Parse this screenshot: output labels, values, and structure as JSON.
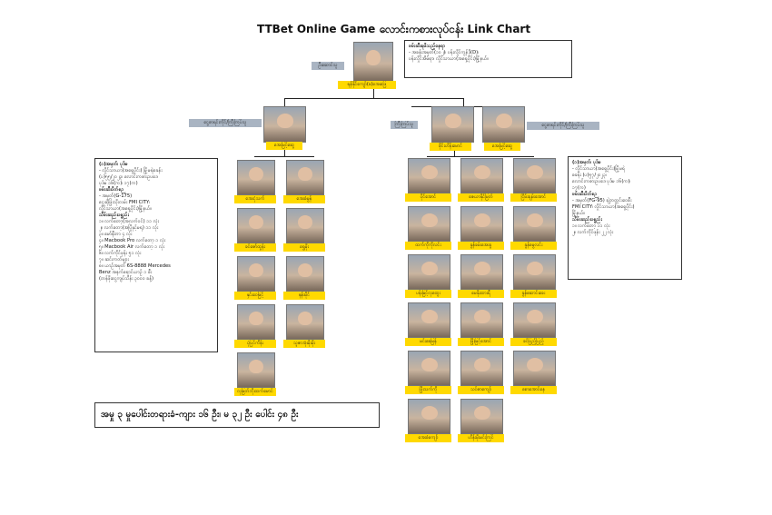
{
  "title": "TTBet Online Game လောင်းကစားလုပ်ငန်း Link Chart",
  "top": {
    "role": "ဦးဆောင်သူ",
    "name": "ရန်နိုင်ကျော်(ခ)အေးဖြေ"
  },
  "top_info": [
    "ဖမ်းဆီးရမိသည့်နေရာ",
    "- အခန်းအမှတ်(၁၀၂)၊ ပန်းလှိုင်ကွန်ဒို(D)၊",
    "ပန်းလှိုင်အိမ်ရာ၊ လှိုင်သာယာ(အရှေ့ပိုင်း)မြို့နယ်။"
  ],
  "left_lead": {
    "role": "ငွေစာရင်းကိုင်/ကြီးကြပ်သူ",
    "name": "အေးမြင့်ဆွေ"
  },
  "mid_lead": {
    "role": "ကြီးကြပ်သူ",
    "name": "စိုင်းဟိန်းမောင်"
  },
  "right_lead": {
    "role": "ငွေစာရင်းကိုင်/ကြီးကြပ်သူ",
    "name": "အေးမြင့်ဆွေ"
  },
  "left_members": [
    "အေးငုံသက်",
    "အေးစံမွန်",
    "ခင်ဇော်ထွန်း",
    "ရွှေမိုး",
    "နှင်းဝေမြင့်",
    "နန်းမိုင်",
    "ပုံပြင်ကိန်း",
    "သူဇာအုံးမိုးမိုး",
    "လှမြတ်ဘိုးထက်မောင်"
  ],
  "right_members": [
    "ပိုင်အောင်",
    "ဇေယာနိုင်မြတ်",
    "ငြိမ်းချမ်းအောင်",
    "ထက်ကိုကိုလင်း",
    "ခွန်ခမ်းအေးခွ",
    "ခွန်မွေလင်း",
    "ပန်းမြင့်လှထွေး",
    "မေနိုးထားရီ",
    "ခွန်ဆောင်းခေး",
    "မင်းခေမြန်",
    "ဖြိုးမြင့်အောင်",
    "ခင်ပြည့်ပြည့်",
    "ဖြိုးသက်ကို",
    "သင်ဇာကျော်",
    "စောအောင်နေ",
    "အေးစံကျော်",
    "ဟိန်းမိုးမင်းကြင်"
  ],
  "left_info": [
    "(၁)အမှတ်၊ ပုဒ်မ",
    "- လှိုင်သာယာ(အရှေ့ပိုင်း) မြို့မရဲစခန်း",
    "(ပ)၅၅/၂၀၂၃၊ လောင်းကစားဥပဒေ",
    "ပုဒ်မ ၁၆(က)၊ ၁၇(က)",
    "ဖမ်းဆီးပိတ်စဉ",
    "- အမှတ်(G-175)",
    "ငွေဆိုဖြုံးသိုးလမ်း FMI CITY၊",
    "လှိုင်သာယာ(အရှေ့ပိုင်း)မြို့နယ်။",
    "သိမ်းဆည်းပစ္စည်း",
    "၁။ လက်တော့(အလက်ဝင်) ၁၁ လုံး",
    "၂။ လက်တော့(အပြိုနှင့်မရ) ၁၁ လုံး",
    "၃။ မော်နီတာ ၄ လုံး",
    "၄။ Macbook Pro လက်တော့ ၁ လုံး",
    "၅။ Macbook Air လက်တော့ ၁ လုံး",
    "၆။ လက်ကိုင်ဖုန်း ၅၁ လုံး",
    "၇။ ဆင်းကတ်များ",
    "၈။ ယာဉ်အမှတ် 6S-8888 Mercedes",
    "Benz အနက်ရောင်ယာဉ် ၁ စီး",
    "(တန်ဖိုးငွေကျပ်သိန်း ၃၀၀၀ ခန့်)"
  ],
  "right_info": [
    "(၁)အမှတ်၊ ပုဒ်မ",
    "- လှိုင်သာယာ(အရှေ့ပိုင်း)မြို့မရဲ",
    "စခန်း (ပ)၅၇/၂၀၂၃၊",
    "လောင်းကစားဥပဒေ ပုဒ်မ ၁၆(က)၊",
    "၁၇(က)",
    "ဖမ်းဆီးပိတ်စဉ",
    "- အမှတ်(FG-95) ချဲ့ဘတ္တင်းဝေစီး",
    "FMI CITY၊ လှိုင်သာယာ(အရှေ့ပိုင်း)",
    "မြို့နယ်။",
    "သိမ်းဆည်းပစ္စည်း",
    "၁။ လက်တော့ ၁၁ လုံး",
    "၂။ လက်ကိုင်ဖုန်း ၂၂ လုံး"
  ],
  "summary": "အမှု ၃ မှုပေါင်းတရားခံ-ကျား ၁၆ ဦး၊ မ ၃၂ ဦး ပေါင်း ၄၈ ဦး"
}
